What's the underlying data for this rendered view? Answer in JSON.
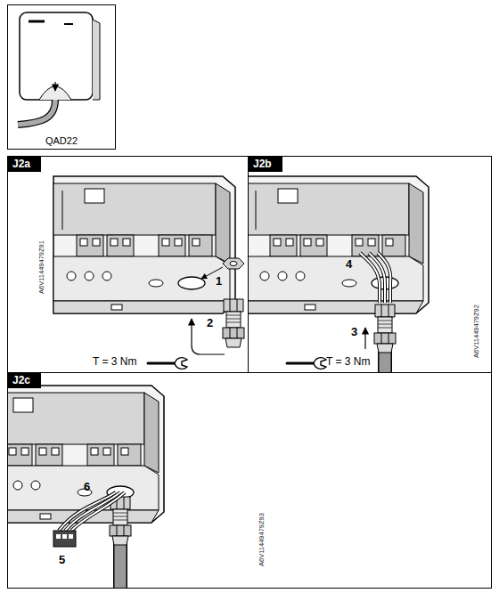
{
  "diagram": {
    "nodes": [
      {
        "text": [
          "QAD22"
        ]
      },
      {
        "text": [
          "J2a"
        ]
      },
      {
        "text": [
          "J2b"
        ]
      },
      {
        "text": [
          "J2c"
        ]
      }
    ],
    "labels": [
      "1",
      "2",
      "T = 3 Nm",
      "A6V11449479Z91",
      "4",
      "3",
      "T = 3 Nm",
      "A6V11449479Z92",
      "5",
      "6",
      "A6V11449479Z93"
    ]
  }
}
